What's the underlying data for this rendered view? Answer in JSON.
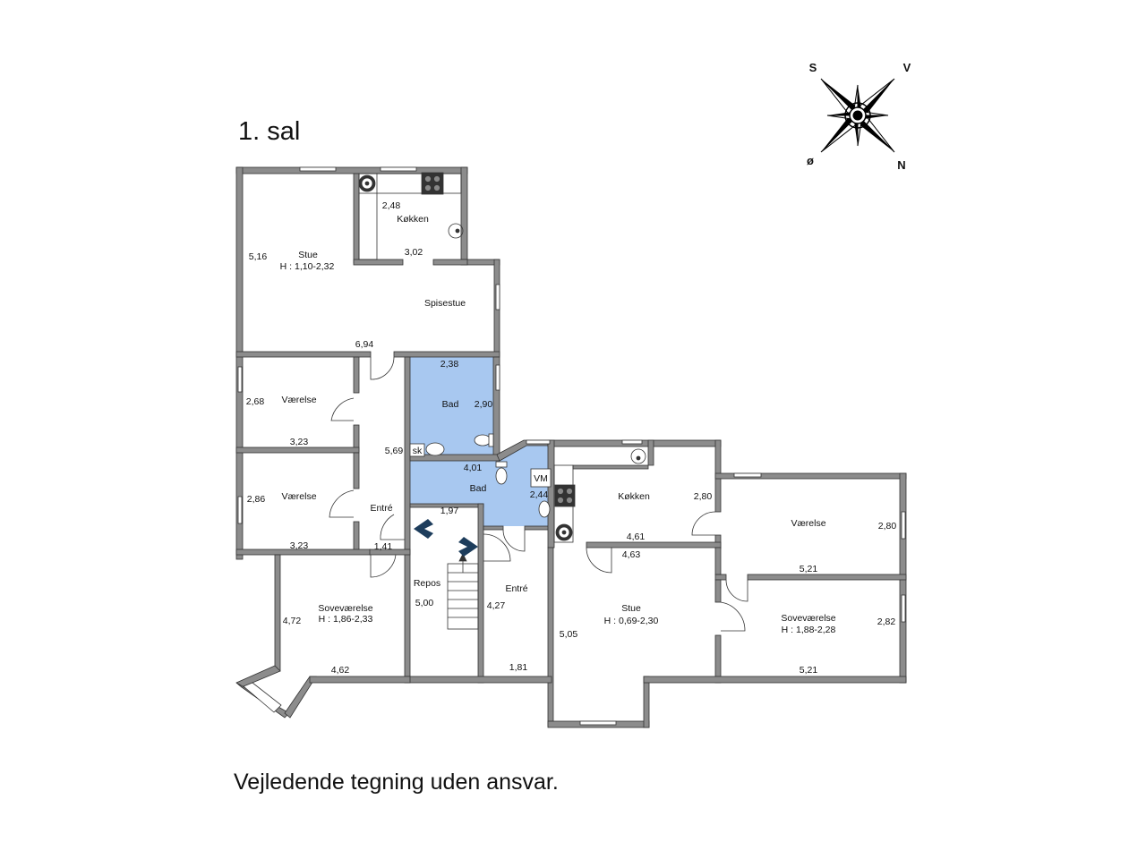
{
  "floor_title": "1. sal",
  "disclaimer": "Vejledende tegning uden ansvar.",
  "compass": {
    "top_left": "S",
    "top_right": "V",
    "bottom_left": "ø",
    "bottom_right": "N"
  },
  "colors": {
    "wall": "#8c8c8c",
    "wall_stroke": "#333333",
    "bathroom": "#a8c8f0",
    "arrow": "#1d3d5c"
  },
  "rooms": {
    "stue_top": {
      "name": "Stue",
      "height": "H : 1,10-2,32",
      "dim_side": "5,16"
    },
    "kokken_top": {
      "name": "Køkken",
      "dim_a": "2,48",
      "dim_b": "3,02"
    },
    "spisestue": {
      "name": "Spisestue",
      "dim": "6,94"
    },
    "vaerelse_1": {
      "name": "Værelse",
      "dim_a": "2,68",
      "dim_b": "3,23"
    },
    "vaerelse_2": {
      "name": "Værelse",
      "dim_a": "2,86",
      "dim_b": "3,23"
    },
    "bad_1": {
      "name": "Bad",
      "dim_a": "2,38",
      "dim_b": "2,90"
    },
    "bad_2": {
      "name": "Bad",
      "dim_a": "4,01",
      "dim_b": "2,44",
      "label_sk": "sk",
      "label_vm": "VM"
    },
    "entre_left": {
      "name": "Entré",
      "dim_a": "5,69",
      "dim_b": "1,41"
    },
    "repos": {
      "name": "Repos",
      "dim_a": "1,97",
      "dim_b": "5,00"
    },
    "entre_mid": {
      "name": "Entré",
      "dim_a": "4,27",
      "dim_b": "1,81"
    },
    "sovevaerelse_left": {
      "name": "Soveværelse",
      "height": "H : 1,86-2,33",
      "dim_a": "4,72",
      "dim_b": "4,62"
    },
    "kokken_right": {
      "name": "Køkken",
      "dim_a": "2,80",
      "dim_b": "4,61"
    },
    "stue_right": {
      "name": "Stue",
      "height": "H : 0,69-2,30",
      "dim_a": "4,63",
      "dim_b": "5,05"
    },
    "vaerelse_right": {
      "name": "Værelse",
      "dim_a": "2,80",
      "dim_b": "5,21"
    },
    "sovevaerelse_right": {
      "name": "Soveværelse",
      "height": "H : 1,88-2,28",
      "dim_a": "2,82",
      "dim_b": "5,21"
    }
  }
}
